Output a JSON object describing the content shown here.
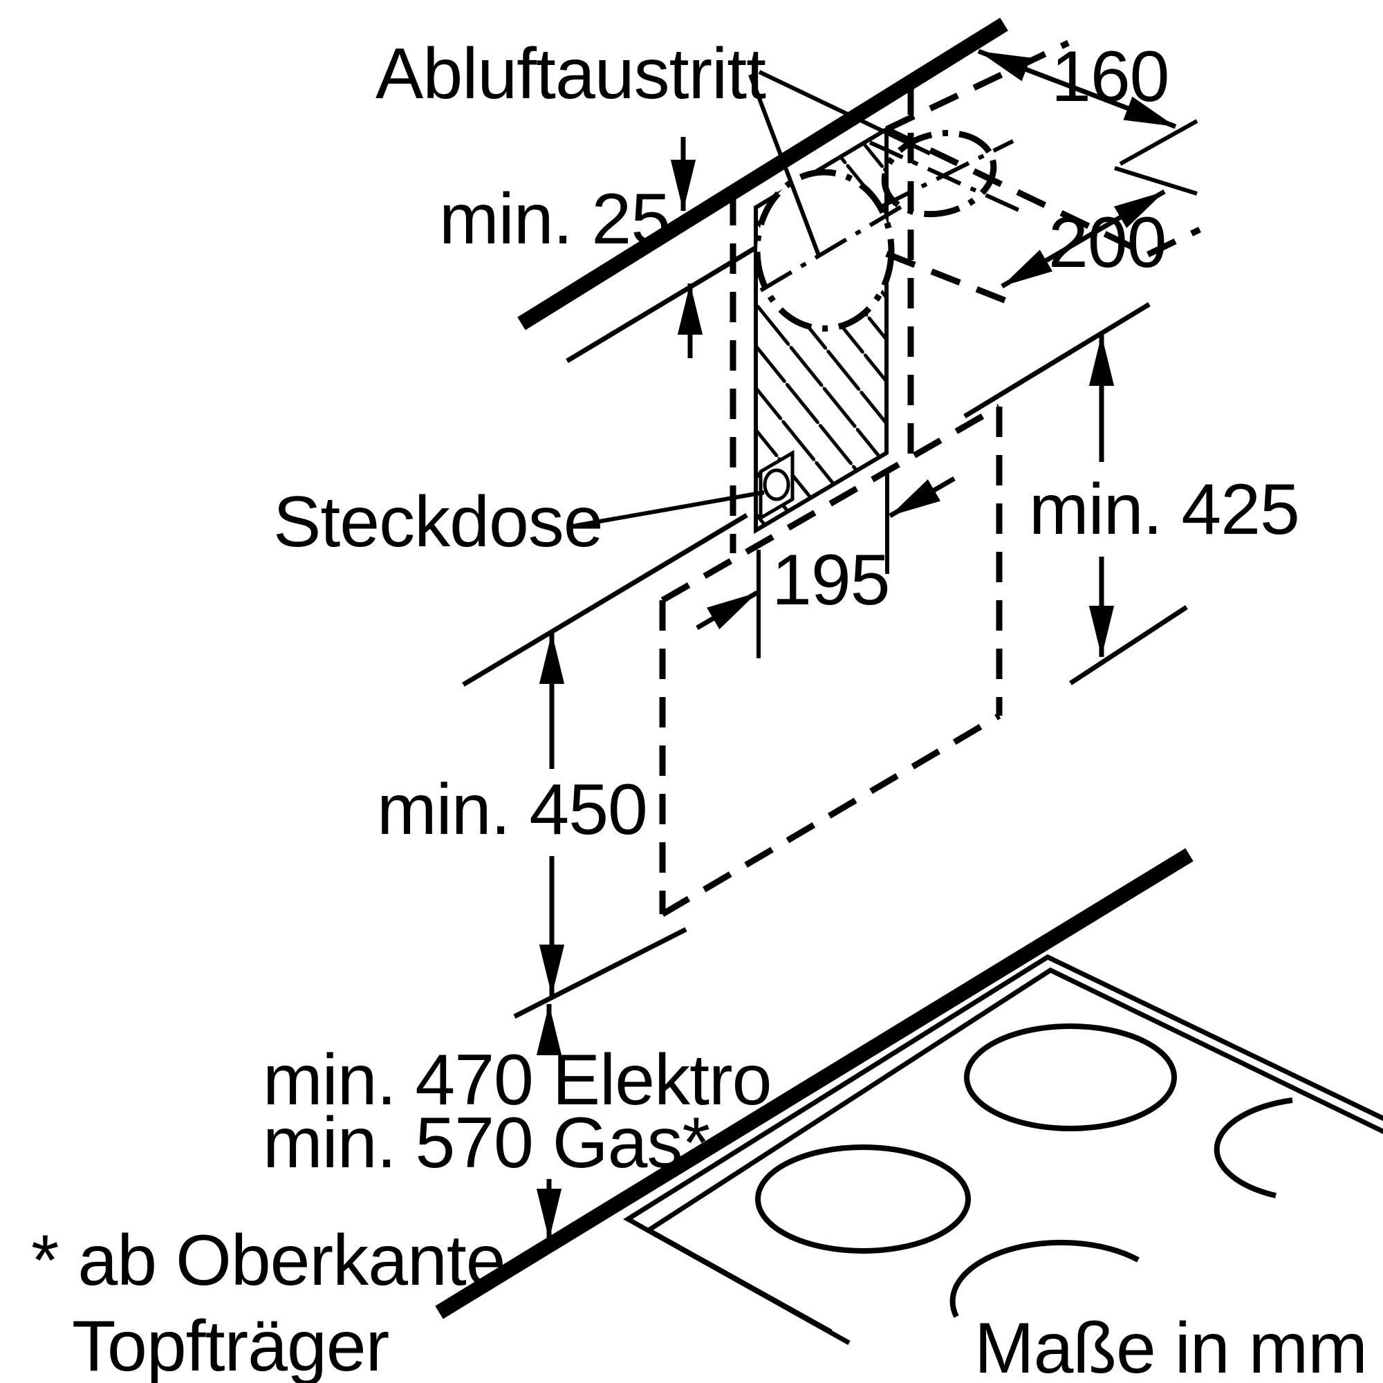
{
  "meta": {
    "type": "installation-dimension-diagram",
    "subject": "wall-mounted chimney cooker hood over hob",
    "ink_color": "#000000",
    "background_color": "#ffffff"
  },
  "labels": {
    "abluftaustritt": "Abluftaustritt",
    "min25": "min. 25",
    "d160": "160",
    "d200": "200",
    "steckdose": "Steckdose",
    "d195": "195",
    "min425": "min. 425",
    "min450": "min. 450",
    "min470": "min. 470 Elektro",
    "min570": "min. 570 Gas*",
    "footnote1": "* ab Oberkante",
    "footnote2": "Topfträger",
    "units": "Maße in mm"
  },
  "dimensions_mm": [
    {
      "name": "wall-to-duct-outlet-depth",
      "value": "160"
    },
    {
      "name": "duct-outlet-width",
      "value": "200"
    },
    {
      "name": "ceiling-clearance",
      "value": "min. 25"
    },
    {
      "name": "mounting-plate-width",
      "value": "195"
    },
    {
      "name": "chimney-height",
      "value": "min. 425"
    },
    {
      "name": "hood-body-to-reference",
      "value": "min. 450"
    },
    {
      "name": "hood-to-electric-hob",
      "value": "min. 470"
    },
    {
      "name": "hood-to-gas-hob",
      "value": "min. 570, measured from top edge of pan support"
    }
  ],
  "components": [
    {
      "name": "exhaust-air-outlet",
      "label": "Abluftaustritt"
    },
    {
      "name": "power-socket",
      "label": "Steckdose"
    },
    {
      "name": "hob-with-four-burners"
    },
    {
      "name": "hatched-mounting-duct-panel"
    },
    {
      "name": "dashed-hood-body-projection"
    }
  ],
  "note": "Maße in mm (dimensions in millimetres)"
}
